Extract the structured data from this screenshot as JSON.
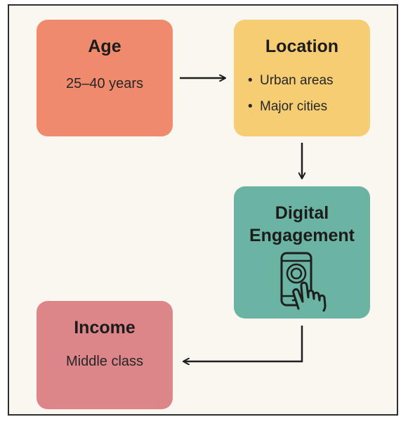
{
  "age": {
    "title": "Age",
    "text": "25–40 years"
  },
  "location": {
    "title": "Location",
    "bullets": [
      "Urban areas",
      "Major cities"
    ]
  },
  "digital": {
    "title_line1": "Digital",
    "title_line2": "Engagement",
    "icon": "smartphone-tap-icon"
  },
  "income": {
    "title": "Income",
    "text": "Middle class"
  },
  "colors": {
    "age": "#f08a6c",
    "location": "#f6cd72",
    "digital": "#6bb4a3",
    "income": "#dd8689",
    "background": "#faf6f0"
  }
}
